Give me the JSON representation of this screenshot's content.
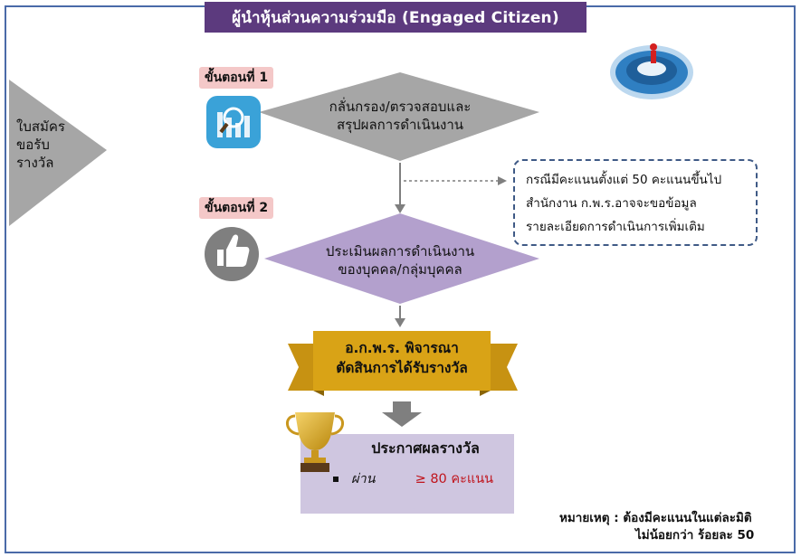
{
  "title": "ผู้นำหุ้นส่วนความร่วมมือ (Engaged Citizen)",
  "application": [
    "ใบสมัคร",
    "ขอรับ",
    "รางวัล"
  ],
  "steps": [
    {
      "tag": "ขั้นตอนที่ 1",
      "lines": [
        "กลั่นกรอง/ตรวจสอบและ",
        "สรุปผลการดำเนินงาน"
      ],
      "icon": "magnifier-chart-icon",
      "color": "#a6a6a6"
    },
    {
      "tag": "ขั้นตอนที่ 2",
      "lines": [
        "ประเมินผลการดำเนินงาน",
        "ของบุคคล/กลุ่มบุคคล"
      ],
      "icon": "thumbs-up-icon",
      "color": "#b3a0cd"
    }
  ],
  "note": [
    "กรณีมีคะแนนตั้งแต่ 50 คะแนนขึ้นไป",
    "สำนักงาน ก.พ.ร.อาจจะขอข้อมูล",
    "รายละเอียดการดำเนินการเพิ่มเติม"
  ],
  "committee": [
    "อ.ก.พ.ร. พิจารณา",
    "ตัดสินการได้รับรางวัล"
  ],
  "result": {
    "title": "ประกาศผลรางวัล",
    "pass_label": "ผ่าน",
    "pass_score": "≥ 80 คะแนน"
  },
  "remark": [
    "หมายเหตุ : ต้องมีคะแนนในแต่ละมิติ",
    "ไม่น้อยกว่า ร้อยละ 50"
  ],
  "colors": {
    "title_bg": "#5c3a7e",
    "step_tag_bg": "#f4c8c8",
    "ribbon": "#d9a316",
    "result_box": "#cfc6e0",
    "score_text": "#c0141c",
    "icon_blue": "#3aa2d8",
    "icon_gray": "#7f7f7f"
  }
}
